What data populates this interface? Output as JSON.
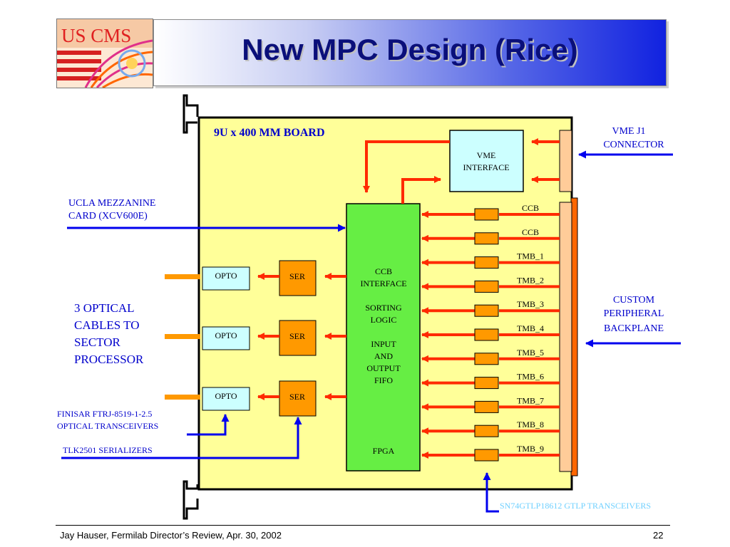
{
  "header": {
    "title": "New MPC  Design (Rice)",
    "logo_text": "US CMS"
  },
  "board": {
    "label": "9U x 400 MM BOARD"
  },
  "blocks": {
    "vme_interface": [
      "VME",
      "INTERFACE"
    ],
    "fpga_lines": [
      "CCB",
      "INTERFACE",
      "",
      "SORTING",
      "LOGIC",
      "",
      "INPUT",
      "AND",
      "OUTPUT",
      "FIFO"
    ],
    "fpga_label": "FPGA",
    "opto": "OPTO",
    "ser": "SER"
  },
  "signals": [
    "CCB",
    "CCB",
    "TMB_1",
    "TMB_2",
    "TMB_3",
    "TMB_4",
    "TMB_5",
    "TMB_6",
    "TMB_7",
    "TMB_8",
    "TMB_9"
  ],
  "annotations": {
    "vme_j1": [
      "VME  J1",
      "CONNECTOR"
    ],
    "ucla": [
      "UCLA  MEZZANINE",
      "CARD  (XCV600E)"
    ],
    "optical": [
      "3  OPTICAL",
      "CABLES TO",
      "SECTOR",
      "PROCESSOR"
    ],
    "custom": [
      "CUSTOM",
      "PERIPHERAL",
      " BACKPLANE"
    ],
    "finisar": [
      "FINISAR FTRJ-8519-1-2.5",
      "OPTICAL  TRANSCEIVERS"
    ],
    "tlk": "TLK2501  SERIALIZERS",
    "gtlp": "SN74GTLP18612  GTLP  TRANSCEIVERS"
  },
  "footer": {
    "left": "Jay Hauser,   Fermilab Director’s Review, Apr. 30, 2002",
    "page": "22"
  },
  "colors": {
    "board_fill": "#ffff99",
    "fpga_fill": "#66ee44",
    "vme_fill": "#ccffff",
    "opto_fill": "#ccffff",
    "ser_fill": "#ff9900",
    "transceiver_fill": "#ff9900",
    "connector_fill": "#ffcc99",
    "red_arrow": "#ff2a00",
    "blue_arrow": "#0000ee",
    "orange_cable": "#ff9900",
    "title_text": "#0a0f7a",
    "annotation_text": "#0000cc"
  }
}
